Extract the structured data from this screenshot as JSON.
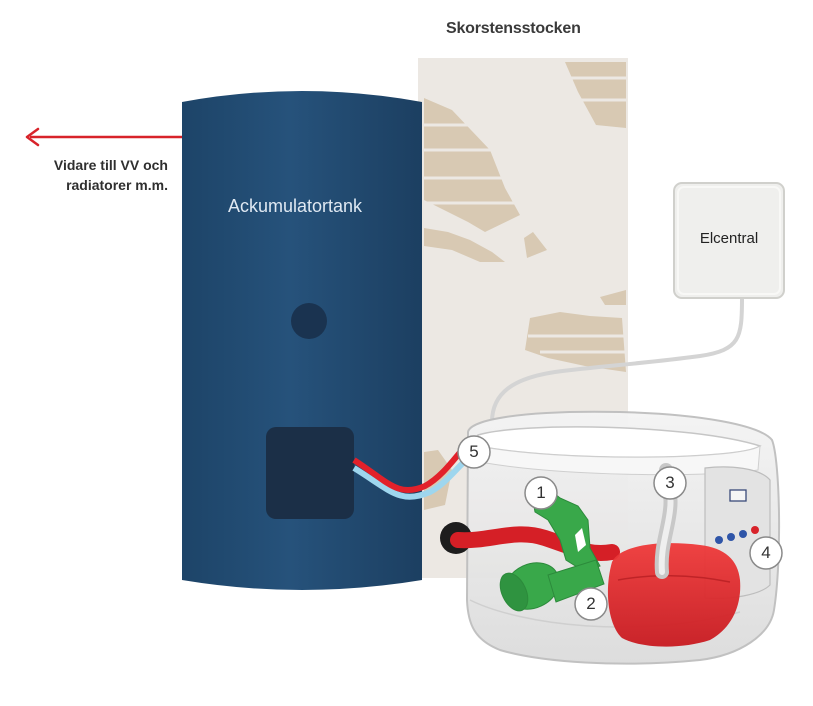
{
  "labels": {
    "chimney": "Skorstensstocken",
    "flow_line1": "Vidare till VV och",
    "flow_line2": "radiatorer m.m.",
    "tank": "Ackumulatortank",
    "elcentral": "Elcentral"
  },
  "markers": [
    "1",
    "2",
    "3",
    "4",
    "5"
  ],
  "colors": {
    "tank": "#234f75",
    "tank_panel": "#1b3048",
    "pipe_hot": "#e2212a",
    "pipe_cold": "#9ed6ee",
    "pump_body": "#e4262b",
    "valve": "#39a84a",
    "flow_arrow": "#d8232a",
    "chimney_bg": "#ece8e3",
    "brick": "#d9cbb6"
  }
}
